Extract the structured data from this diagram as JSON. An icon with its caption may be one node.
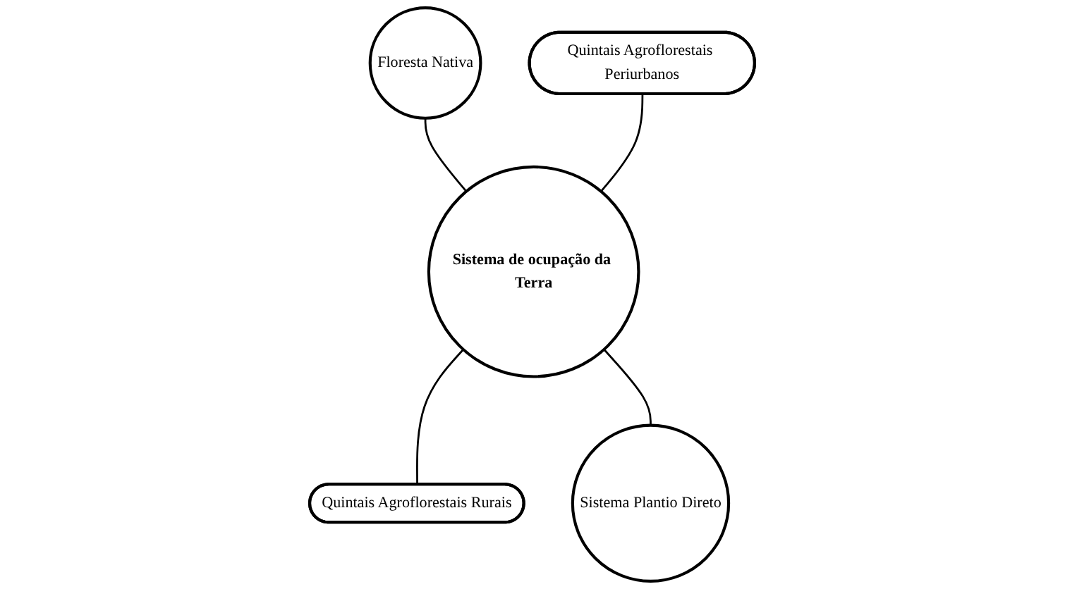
{
  "diagram": {
    "nodes": [
      {
        "text": [
          "Floresta Nativa"
        ]
      },
      {
        "text": [
          "Quintais Agroflorestais Periurbanos"
        ]
      },
      {
        "text": [
          "Sistema de ocupação da Terra"
        ]
      },
      {
        "text": [
          "Quintais Agroflorestais Rurais"
        ]
      },
      {
        "text": [
          "Sistema Plantio Direto"
        ]
      }
    ],
    "edges": [
      {
        "from": 0,
        "to": 2,
        "arrow": "none"
      },
      {
        "from": 1,
        "to": 2,
        "arrow": "none"
      },
      {
        "from": 2,
        "to": 3,
        "arrow": "none"
      },
      {
        "from": 2,
        "to": 4,
        "arrow": "none"
      }
    ]
  }
}
